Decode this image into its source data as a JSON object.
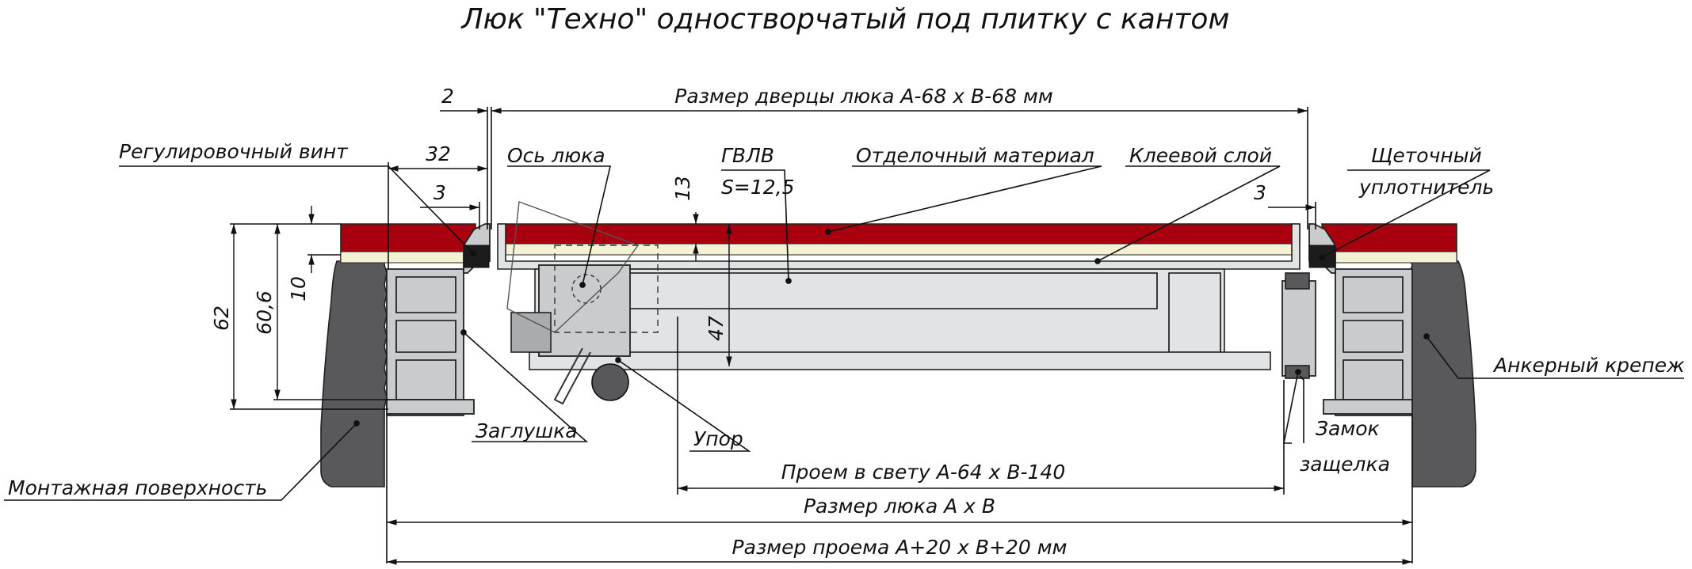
{
  "title": "Люк \"Техно\" одностворчатый под плитку с кантом",
  "dimensions": {
    "gap": "2",
    "hatch_door_size": "Размер дверцы люка А-68 х В-68 мм",
    "offset_32": "32",
    "offset_3_left": "3",
    "offset_3_right": "3",
    "height_13": "13",
    "height_62": "62",
    "height_60_6": "60,6",
    "height_10": "10",
    "height_47": "47",
    "clear_opening": "Проем в свету А-64 х В-140",
    "hatch_size": "Размер люка А х В",
    "opening_size": "Размер проема А+20 х В+20 мм"
  },
  "labels": {
    "adjust_screw": "Регулировочный винт",
    "hatch_axis": "Ось люка",
    "gvlv": "ГВЛВ",
    "gvlv_thickness": "S=12,5",
    "finish_material": "Отделочный материал",
    "adhesive_layer": "Клеевой слой",
    "brush_seal_line1": "Щеточный",
    "brush_seal_line2": "уплотнитель",
    "anchor_fastener": "Анкерный крепеж",
    "plug": "Заглушка",
    "stop": "Упор",
    "lock_line1": "Замок",
    "lock_line2": "защелка",
    "mounting_surface": "Монтажная поверхность"
  },
  "colors": {
    "tile": "#a8000e",
    "adhesive": "#f5f1d4",
    "wall": "#58585a",
    "profile": "#c9cbcc",
    "seal": "#1c1c1c"
  }
}
